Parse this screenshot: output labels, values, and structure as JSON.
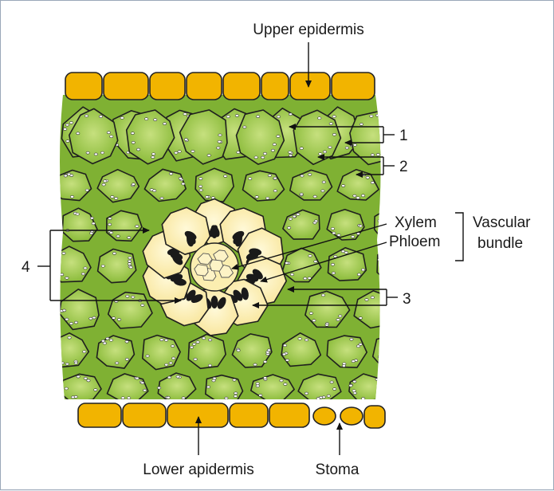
{
  "labels": {
    "upper_epidermis": "Upper epidermis",
    "lower_epidermis": "Lower apidermis",
    "stoma": "Stoma",
    "xylem": "Xylem",
    "phloem": "Phloem",
    "vascular_line1": "Vascular",
    "vascular_line2": "bundle",
    "n1": "1",
    "n2": "2",
    "n3": "3",
    "n4": "4"
  },
  "colors": {
    "epidermis": "#f2b400",
    "mesophyll_fill": "#8dbf3a",
    "mesophyll_light": "#bfdc78",
    "bundle_sheath": "#fdf0b6",
    "outline": "#222222"
  }
}
